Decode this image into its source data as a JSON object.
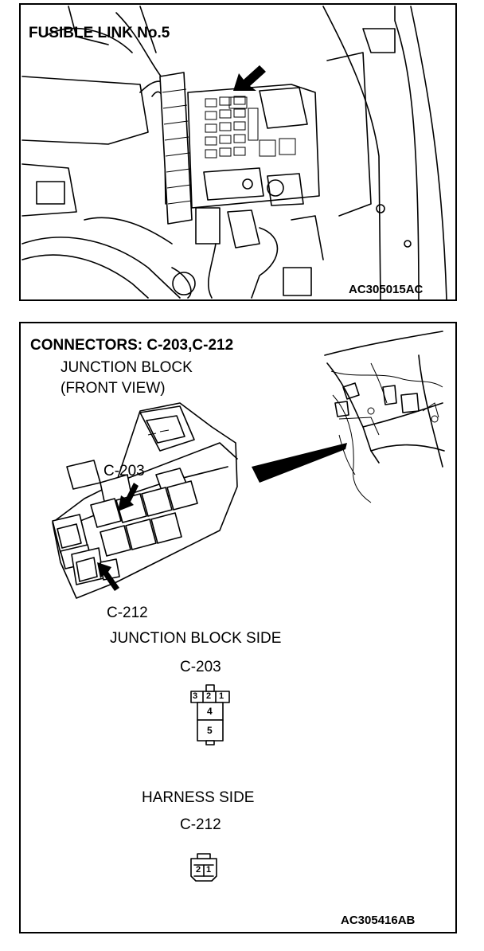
{
  "top_panel": {
    "title": "FUSIBLE LINK No.5",
    "figure_code": "AC305015AC"
  },
  "bottom_panel": {
    "title": "CONNECTORS: C-203,C-212",
    "junction_block_line1": "JUNCTION BLOCK",
    "junction_block_line2": "(FRONT VIEW)",
    "callout_c203": "C-203",
    "callout_c212": "C-212",
    "junction_block_side": "JUNCTION BLOCK SIDE",
    "side_c203": "C-203",
    "harness_side": "HARNESS SIDE",
    "side_c212": "C-212",
    "figure_code": "AC305416AB"
  },
  "connector_c203_pins": [
    "3",
    "2",
    "1",
    "4",
    "5"
  ],
  "connector_c212_pins": [
    "2",
    "1"
  ]
}
